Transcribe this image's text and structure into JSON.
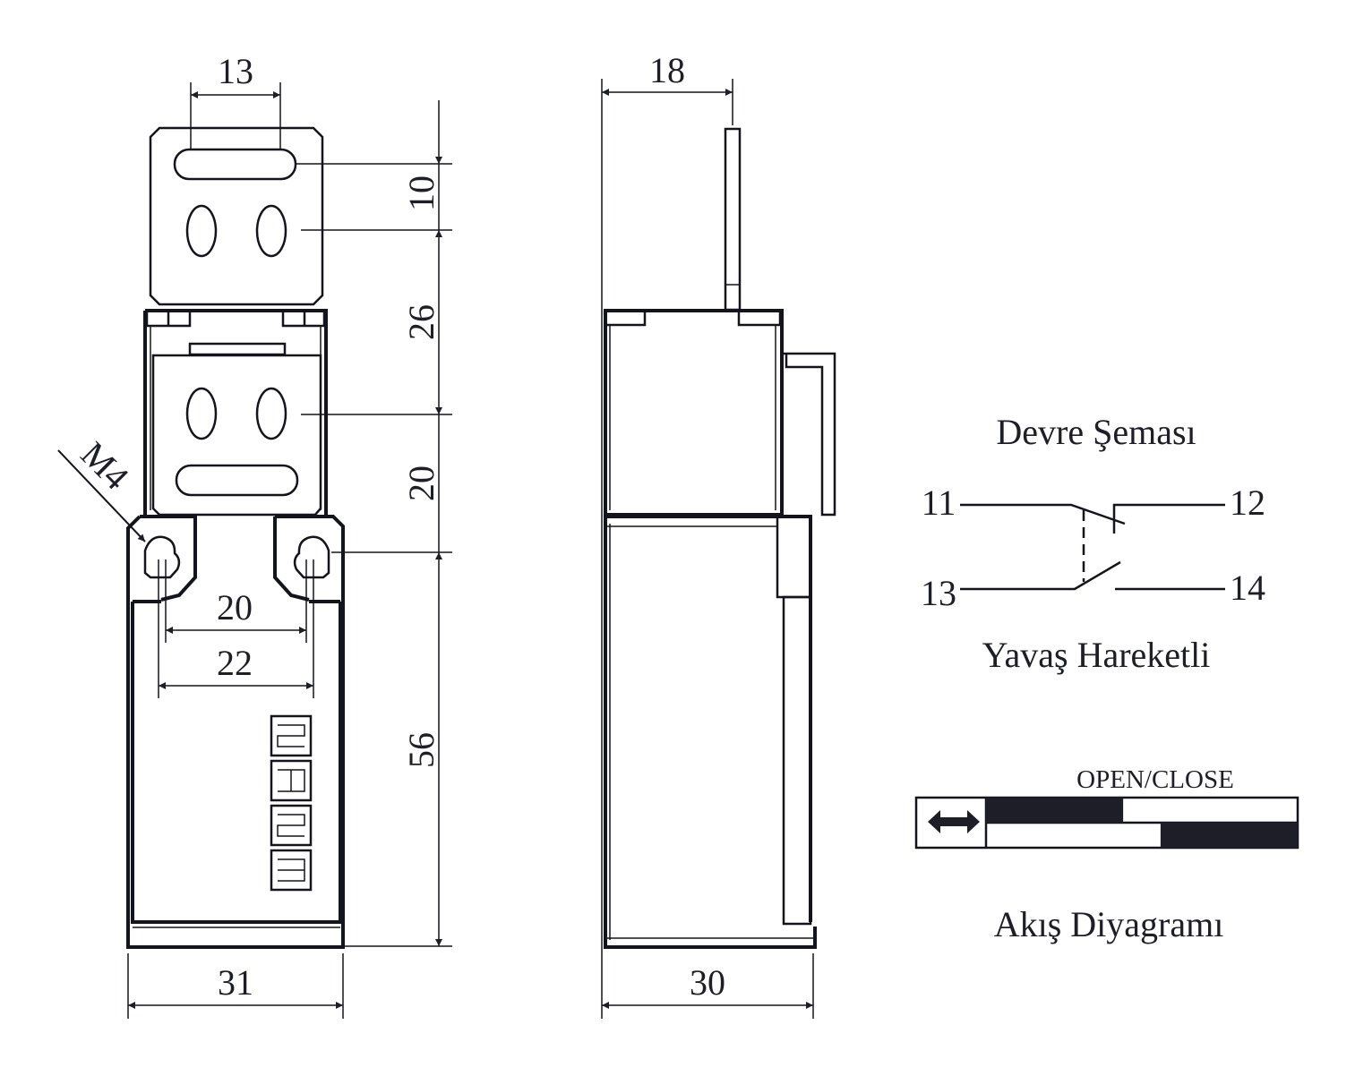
{
  "front_view": {
    "dims": {
      "top_slot": "13",
      "d10": "10",
      "d26": "26",
      "d20v": "20",
      "d56": "56",
      "d20h": "20",
      "d22": "22",
      "width": "31",
      "thread": "M4"
    },
    "logo_icon": "emas-logo"
  },
  "side_view": {
    "dims": {
      "top": "18",
      "width": "30"
    }
  },
  "circuit": {
    "title": "Devre Şeması",
    "terminals": [
      "11",
      "12",
      "13",
      "14"
    ],
    "type_label": "Yavaş Hareketli"
  },
  "flow": {
    "header": "OPEN/CLOSE",
    "arrow_icon": "double-arrow-icon",
    "title": "Akış Diyagramı",
    "rows": [
      {
        "closed_from_pct": 0,
        "closed_to_pct": 44
      },
      {
        "closed_from_pct": 56,
        "closed_to_pct": 100
      }
    ],
    "fill_color": "#1e1e28"
  }
}
